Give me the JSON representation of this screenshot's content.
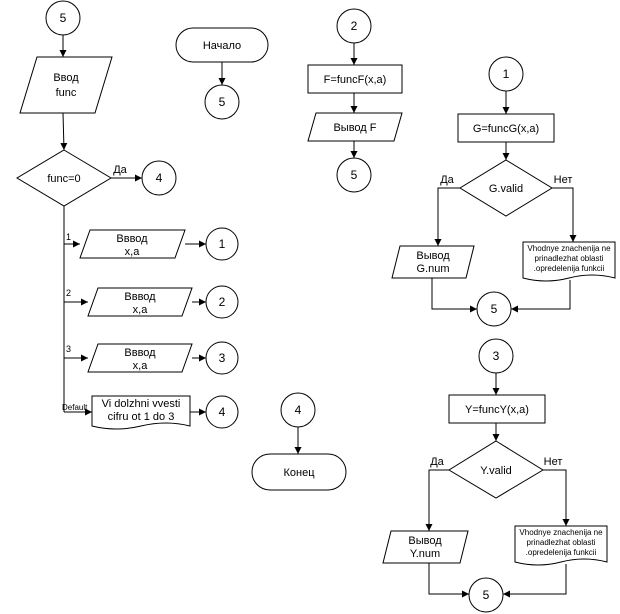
{
  "connectors": {
    "c5_top": "5",
    "c5_start": "5",
    "c2_top": "2",
    "c5_f": "5",
    "c1_top": "1",
    "c5_g": "5",
    "c3_top": "3",
    "c5_y": "5",
    "c4_switch": "4",
    "c1_case": "1",
    "c2_case": "2",
    "c3_case": "3",
    "c4_case": "4",
    "c4_end": "4"
  },
  "main": {
    "input_func": [
      "Ввод",
      "func"
    ],
    "decision": "func=0",
    "yes": "Да",
    "case1_label": "1",
    "case2_label": "2",
    "case3_label": "3",
    "default_label": "Default",
    "case1_input": [
      "Вввод",
      "x,a"
    ],
    "case2_input": [
      "Вввод",
      "x,a"
    ],
    "case3_input": [
      "Вввод",
      "x,a"
    ],
    "default_message": [
      "Vi dolzhni vvesti",
      "cifru ot 1 do 3"
    ]
  },
  "start": {
    "label": "Начало"
  },
  "end": {
    "label": "Конец"
  },
  "funcF": {
    "process": "F=funcF(x,a)",
    "output": "Вывод F"
  },
  "funcG": {
    "process": "G=funcG(x,a)",
    "decision": "G.valid",
    "yes": "Да",
    "no": "Нет",
    "output": [
      "Вывод",
      "G.num"
    ],
    "error": [
      "Vhodnye znachenija ne",
      "prinadlezhat oblasti",
      ".opredelenija funkcii"
    ]
  },
  "funcY": {
    "process": "Y=funcY(x,a)",
    "decision": "Y.valid",
    "yes": "Да",
    "no": "Нет",
    "output": [
      "Вывод",
      "Y.num"
    ],
    "error": [
      "Vhodnye znachenija ne",
      "prinadlezhat oblasti",
      ".opredelenija funkcii"
    ]
  }
}
